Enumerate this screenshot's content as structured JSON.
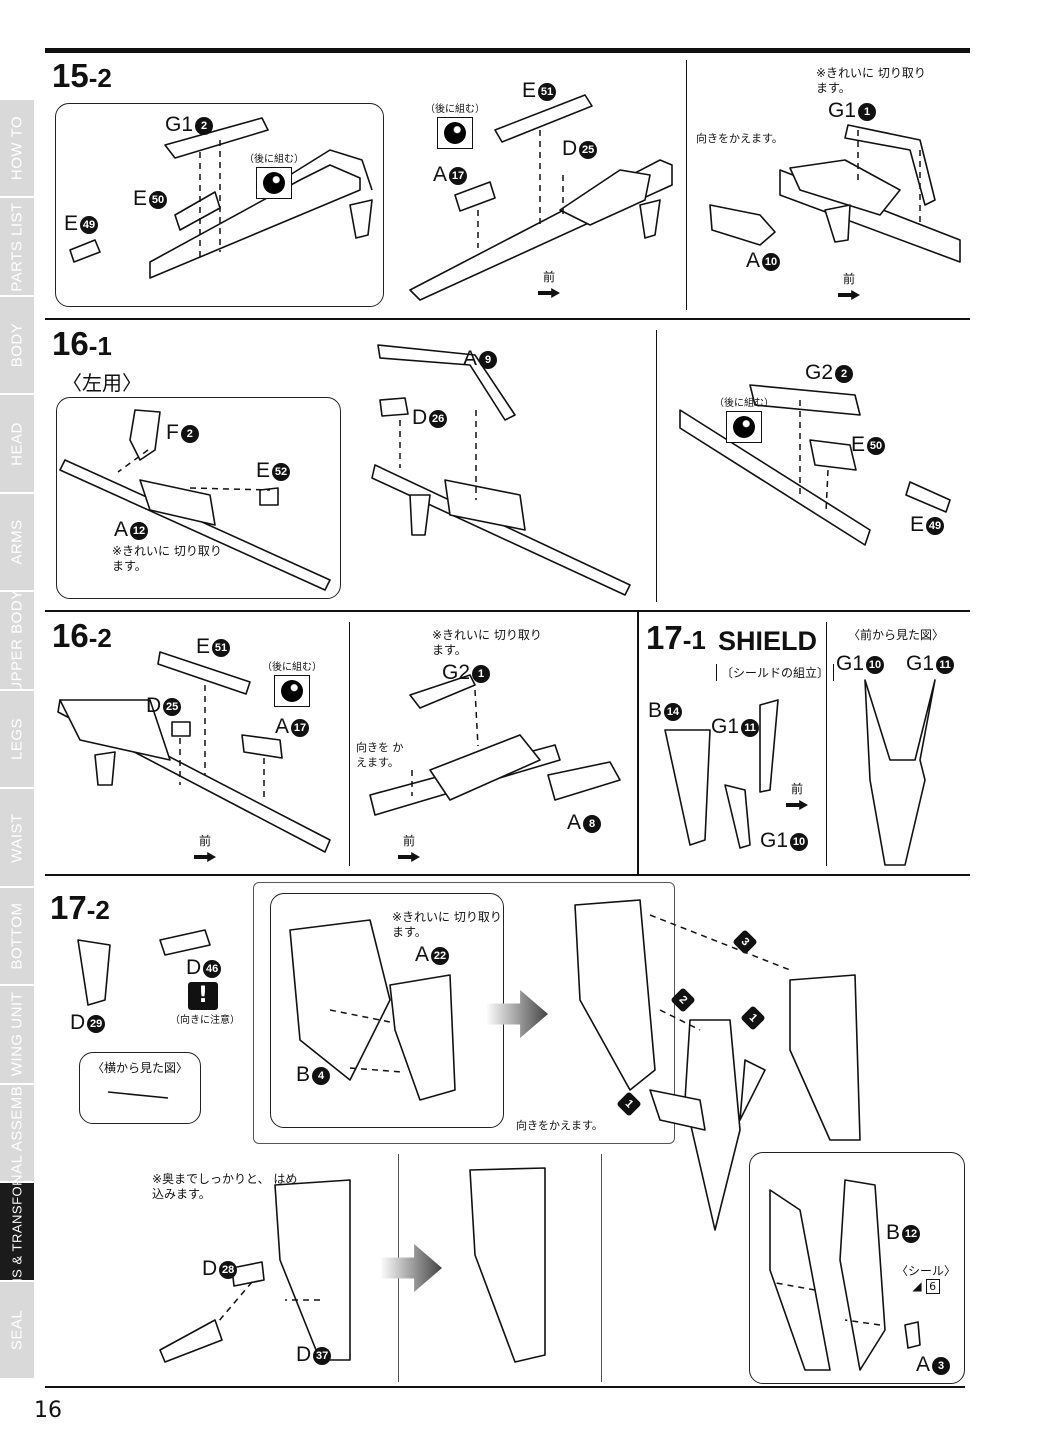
{
  "sidebar": {
    "tabs": [
      "HOW TO",
      "PARTS LIST",
      "BODY",
      "HEAD",
      "ARMS",
      "UPPER BODY",
      "LEGS",
      "WAIST",
      "BOTTOM",
      "WING UNIT",
      "FINAL ASSEMBLE",
      "WEAPONS & TRANSFORMATION",
      "SEAL"
    ],
    "active": "WEAPONS & TRANSFORMATION"
  },
  "steps": {
    "s15_2": {
      "num": "15",
      "sub": "-2"
    },
    "s16_1": {
      "num": "16",
      "sub": "-1",
      "subtitle": "〈左用〉"
    },
    "s16_2": {
      "num": "16",
      "sub": "-2"
    },
    "s17_1": {
      "num": "17",
      "sub": "-1",
      "title": "SHIELD",
      "subtitle": "〔シールドの組立〕",
      "front_view": "〈前から見た図〉"
    },
    "s17_2": {
      "num": "17",
      "sub": "-2",
      "side_view": "〈横から見た図〉"
    }
  },
  "notes": {
    "later": "（後に組む）",
    "clean_cut": "※きれいに 切り取ります。",
    "turn": "向きをかえます。",
    "turn2": "向きを かえます。",
    "front": "前",
    "caution": "（向きに注意）",
    "press": "※奥までしっかりと、 はめ込みます。",
    "seal": "〈シール〉"
  },
  "parts": {
    "p15_G1_2": {
      "letter": "G1",
      "n": "2"
    },
    "p15_E50": {
      "letter": "E",
      "n": "50"
    },
    "p15_E49": {
      "letter": "E",
      "n": "49"
    },
    "p15_E51": {
      "letter": "E",
      "n": "51"
    },
    "p15_A17": {
      "letter": "A",
      "n": "17"
    },
    "p15_D25": {
      "letter": "D",
      "n": "25"
    },
    "p15_G1_1": {
      "letter": "G1",
      "n": "1"
    },
    "p15_A10": {
      "letter": "A",
      "n": "10"
    },
    "p161_F2": {
      "letter": "F",
      "n": "2"
    },
    "p161_E52": {
      "letter": "E",
      "n": "52"
    },
    "p161_A12": {
      "letter": "A",
      "n": "12"
    },
    "p161_A9": {
      "letter": "A",
      "n": "9"
    },
    "p161_D26": {
      "letter": "D",
      "n": "26"
    },
    "p161_G2_2": {
      "letter": "G2",
      "n": "2"
    },
    "p161_E50": {
      "letter": "E",
      "n": "50"
    },
    "p161_E49": {
      "letter": "E",
      "n": "49"
    },
    "p162_E51": {
      "letter": "E",
      "n": "51"
    },
    "p162_D25": {
      "letter": "D",
      "n": "25"
    },
    "p162_A17": {
      "letter": "A",
      "n": "17"
    },
    "p162_G2_1": {
      "letter": "G2",
      "n": "1"
    },
    "p162_A8": {
      "letter": "A",
      "n": "8"
    },
    "p171_B14": {
      "letter": "B",
      "n": "14"
    },
    "p171_G1_11": {
      "letter": "G1",
      "n": "11"
    },
    "p171_G1_10": {
      "letter": "G1",
      "n": "10"
    },
    "p171_fv_G1_10": {
      "letter": "G1",
      "n": "10"
    },
    "p171_fv_G1_11": {
      "letter": "G1",
      "n": "11"
    },
    "p172_D46": {
      "letter": "D",
      "n": "46"
    },
    "p172_D29": {
      "letter": "D",
      "n": "29"
    },
    "p172_A22": {
      "letter": "A",
      "n": "22"
    },
    "p172_B4": {
      "letter": "B",
      "n": "4"
    },
    "p172_D28": {
      "letter": "D",
      "n": "28"
    },
    "p172_D37": {
      "letter": "D",
      "n": "37"
    },
    "p172_B12": {
      "letter": "B",
      "n": "12"
    },
    "p172_A3": {
      "letter": "A",
      "n": "3"
    },
    "sticker_no": "6"
  },
  "order_marks": [
    "3",
    "2",
    "1",
    "1"
  ],
  "page_number": "16"
}
